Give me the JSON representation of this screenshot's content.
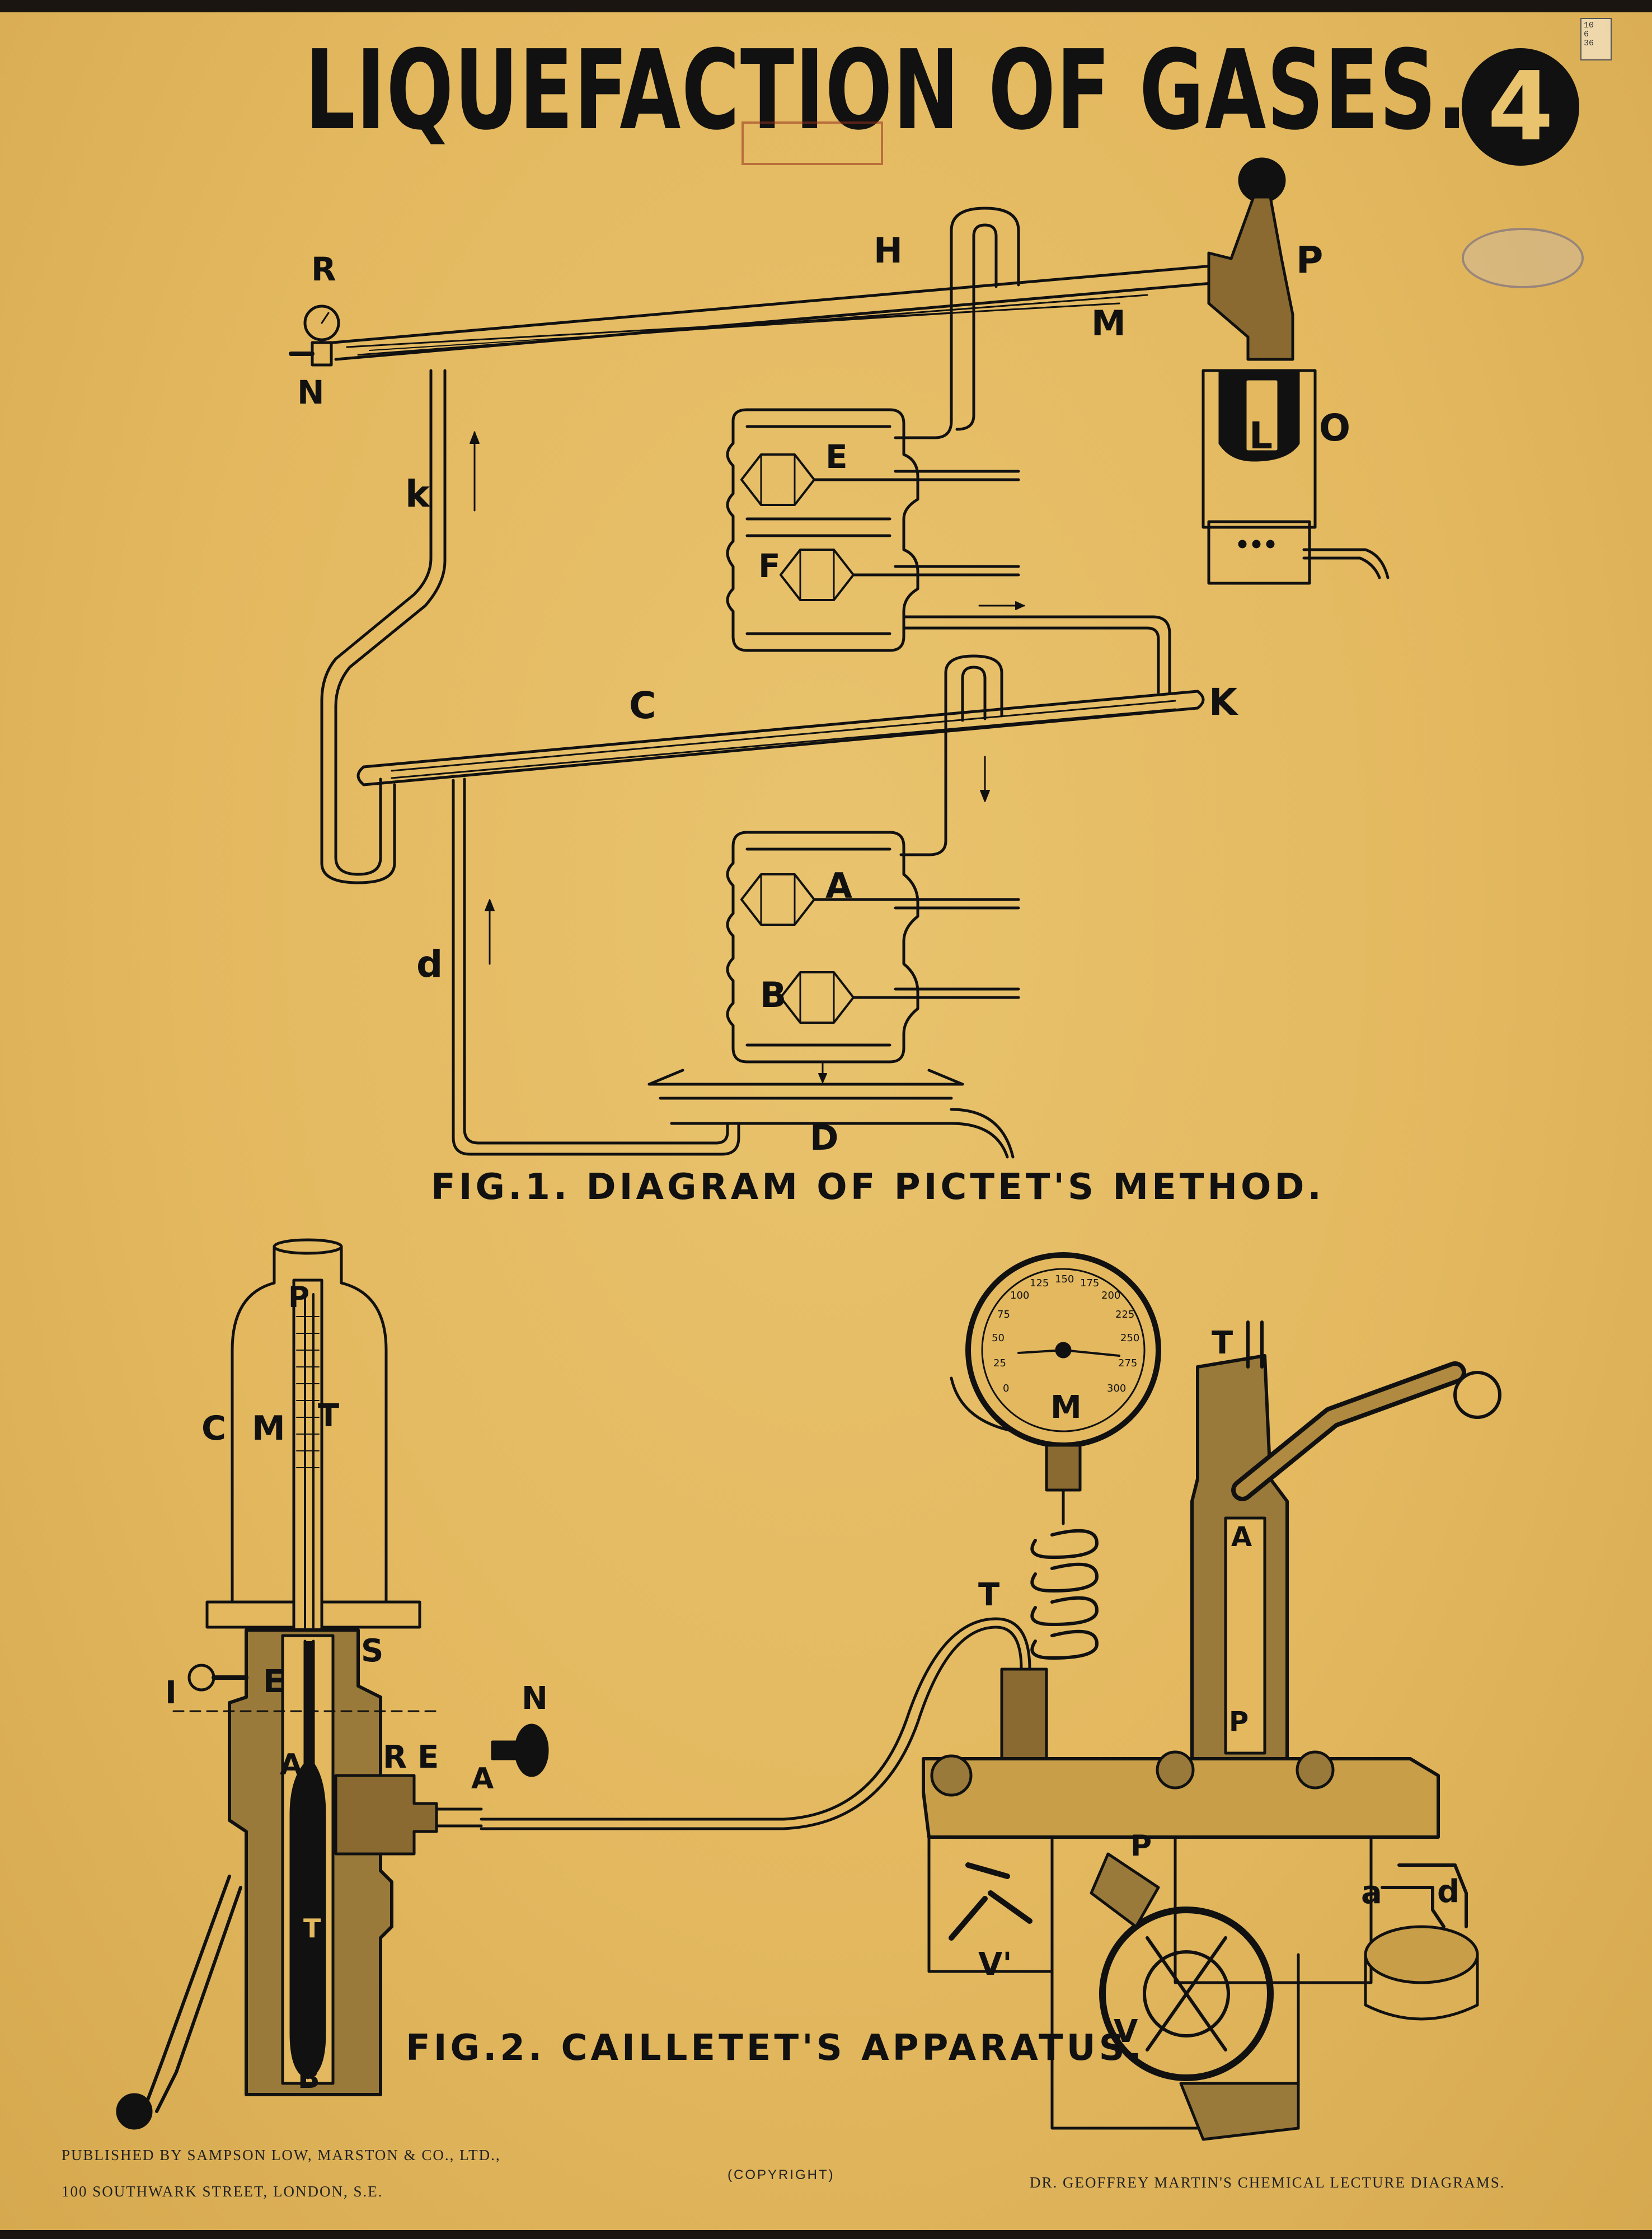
{
  "title": "LIQUEFACTION OF GASES.",
  "chart_number": "4",
  "stamp": {
    "line1": "10",
    "line2": "6",
    "line3": "36"
  },
  "figure1": {
    "caption": "FIG.1. DIAGRAM OF PICTET'S METHOD.",
    "labels": {
      "R": "R",
      "N": "N",
      "H": "H",
      "M": "M",
      "P": "P",
      "L": "L",
      "O": "O",
      "E": "E",
      "F": "F",
      "k": "k",
      "C": "C",
      "K": "K",
      "A": "A",
      "B": "B",
      "d": "d",
      "D": "D"
    }
  },
  "figure2": {
    "caption": "FIG.2. CAILLETET'S APPARATUS.",
    "labels": {
      "P": "P",
      "C": "C",
      "M": "M",
      "T": "T",
      "S": "S",
      "I": "I",
      "E": "E",
      "A": "A",
      "R": "R",
      "E2": "E",
      "A2": "A",
      "N": "N",
      "T2": "T",
      "B": "B",
      "gauge_M": "M",
      "gauge_T": "T",
      "pump_T": "T",
      "pump_A": "A",
      "pump_P": "P",
      "P2": "P",
      "V1": "V'",
      "V": "V",
      "a": "a",
      "d": "d"
    },
    "gauge_scale": [
      "0",
      "25",
      "50",
      "75",
      "100",
      "125",
      "150",
      "175",
      "200",
      "225",
      "250",
      "275",
      "300"
    ]
  },
  "footer": {
    "publisher_line1": "PUBLISHED BY SAMPSON LOW, MARSTON & CO., LTD.,",
    "publisher_line2": "100 SOUTHWARK STREET, LONDON, S.E.",
    "copyright": "(COPYRIGHT)",
    "series": "DR. GEOFFREY MARTIN'S CHEMICAL LECTURE DIAGRAMS."
  },
  "colors": {
    "paper": "#e3b85f",
    "ink": "#111111",
    "frame": "#1a1510"
  }
}
